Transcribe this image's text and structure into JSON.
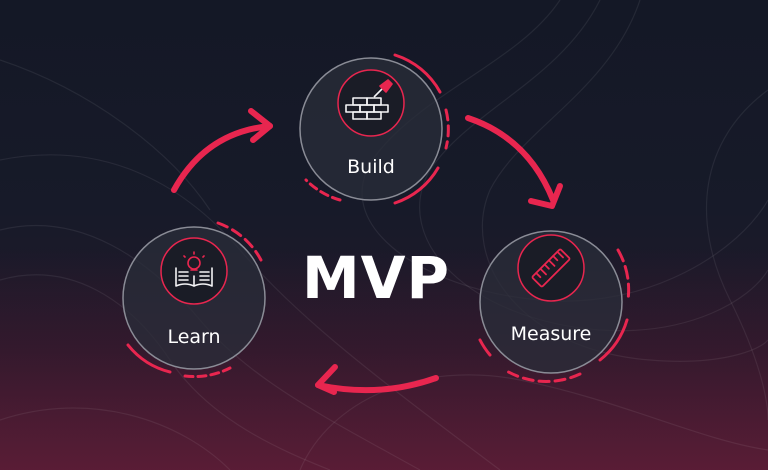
{
  "diagram": {
    "center_title": "MVP",
    "nodes": [
      {
        "label": "Build",
        "icon": "brick-wall-trowel-icon"
      },
      {
        "label": "Measure",
        "icon": "ruler-icon"
      },
      {
        "label": "Learn",
        "icon": "book-lightbulb-icon"
      }
    ],
    "colors": {
      "accent": "#e8264f",
      "background": "#151826",
      "node_fill": "#2a2d3a",
      "node_stroke": "#8a8c96",
      "text": "#ffffff"
    }
  }
}
